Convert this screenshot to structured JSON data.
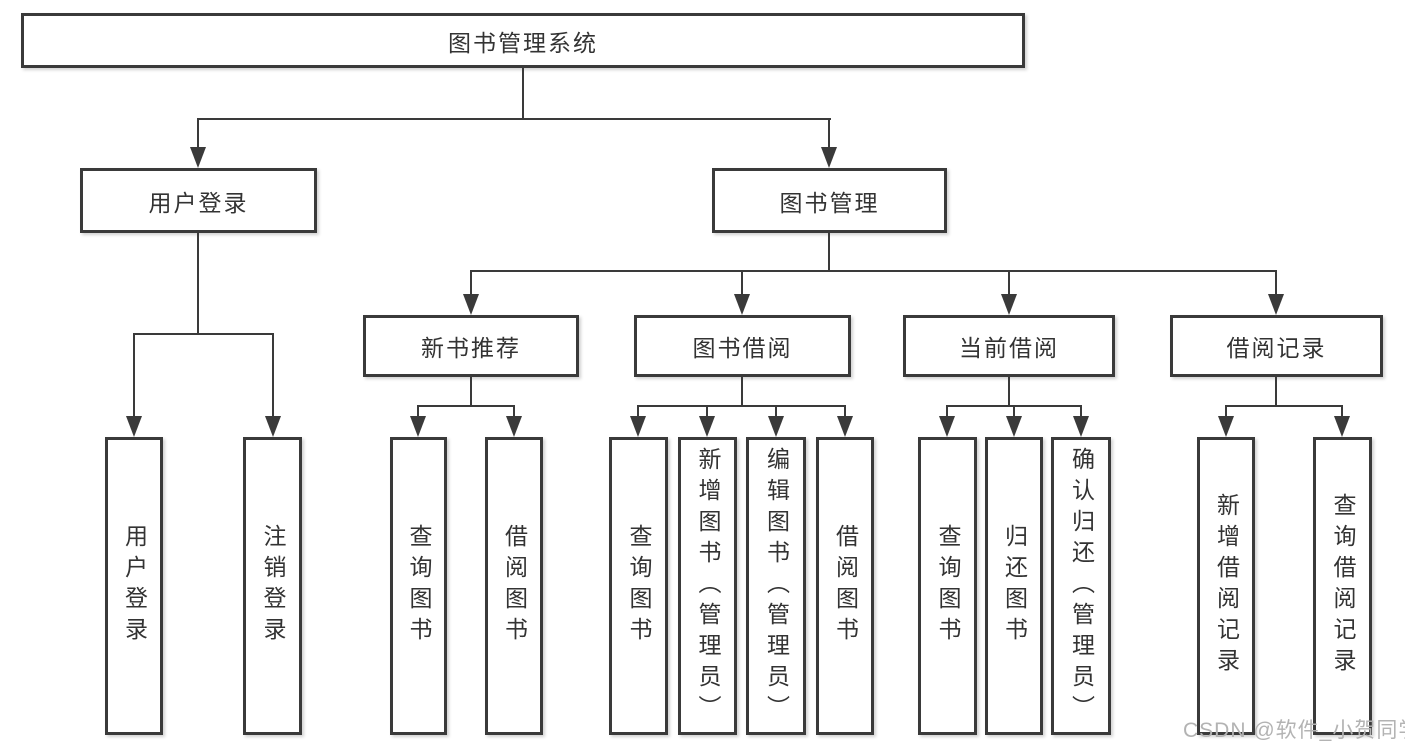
{
  "root": {
    "label": "图书管理系统"
  },
  "level2": {
    "user_login": "用户登录",
    "book_mgmt": "图书管理"
  },
  "level3": {
    "new_books": "新书推荐",
    "book_borrow": "图书借阅",
    "current_borrow": "当前借阅",
    "borrow_records": "借阅记录"
  },
  "leaves": {
    "user_login": "用户登录",
    "logout": "注销登录",
    "nb_query_books": "查询图书",
    "nb_borrow_books": "借阅图书",
    "bw_query_books": "查询图书",
    "bw_add_books": "新增图书（管理员）",
    "bw_edit_books": "编辑图书（管理员）",
    "bw_borrow_books": "借阅图书",
    "cb_query_books": "查询图书",
    "cb_return_books": "归还图书",
    "cb_confirm_return": "确认归还（管理员）",
    "br_add_record": "新增借阅记录",
    "br_query_record": "查询借阅记录"
  },
  "watermark": "CSDN @软件_小贺同学",
  "colors": {
    "line": "#3a3a3a",
    "text": "#333333",
    "watermark": "#b3b3b3",
    "node_background": "#ffffff"
  }
}
